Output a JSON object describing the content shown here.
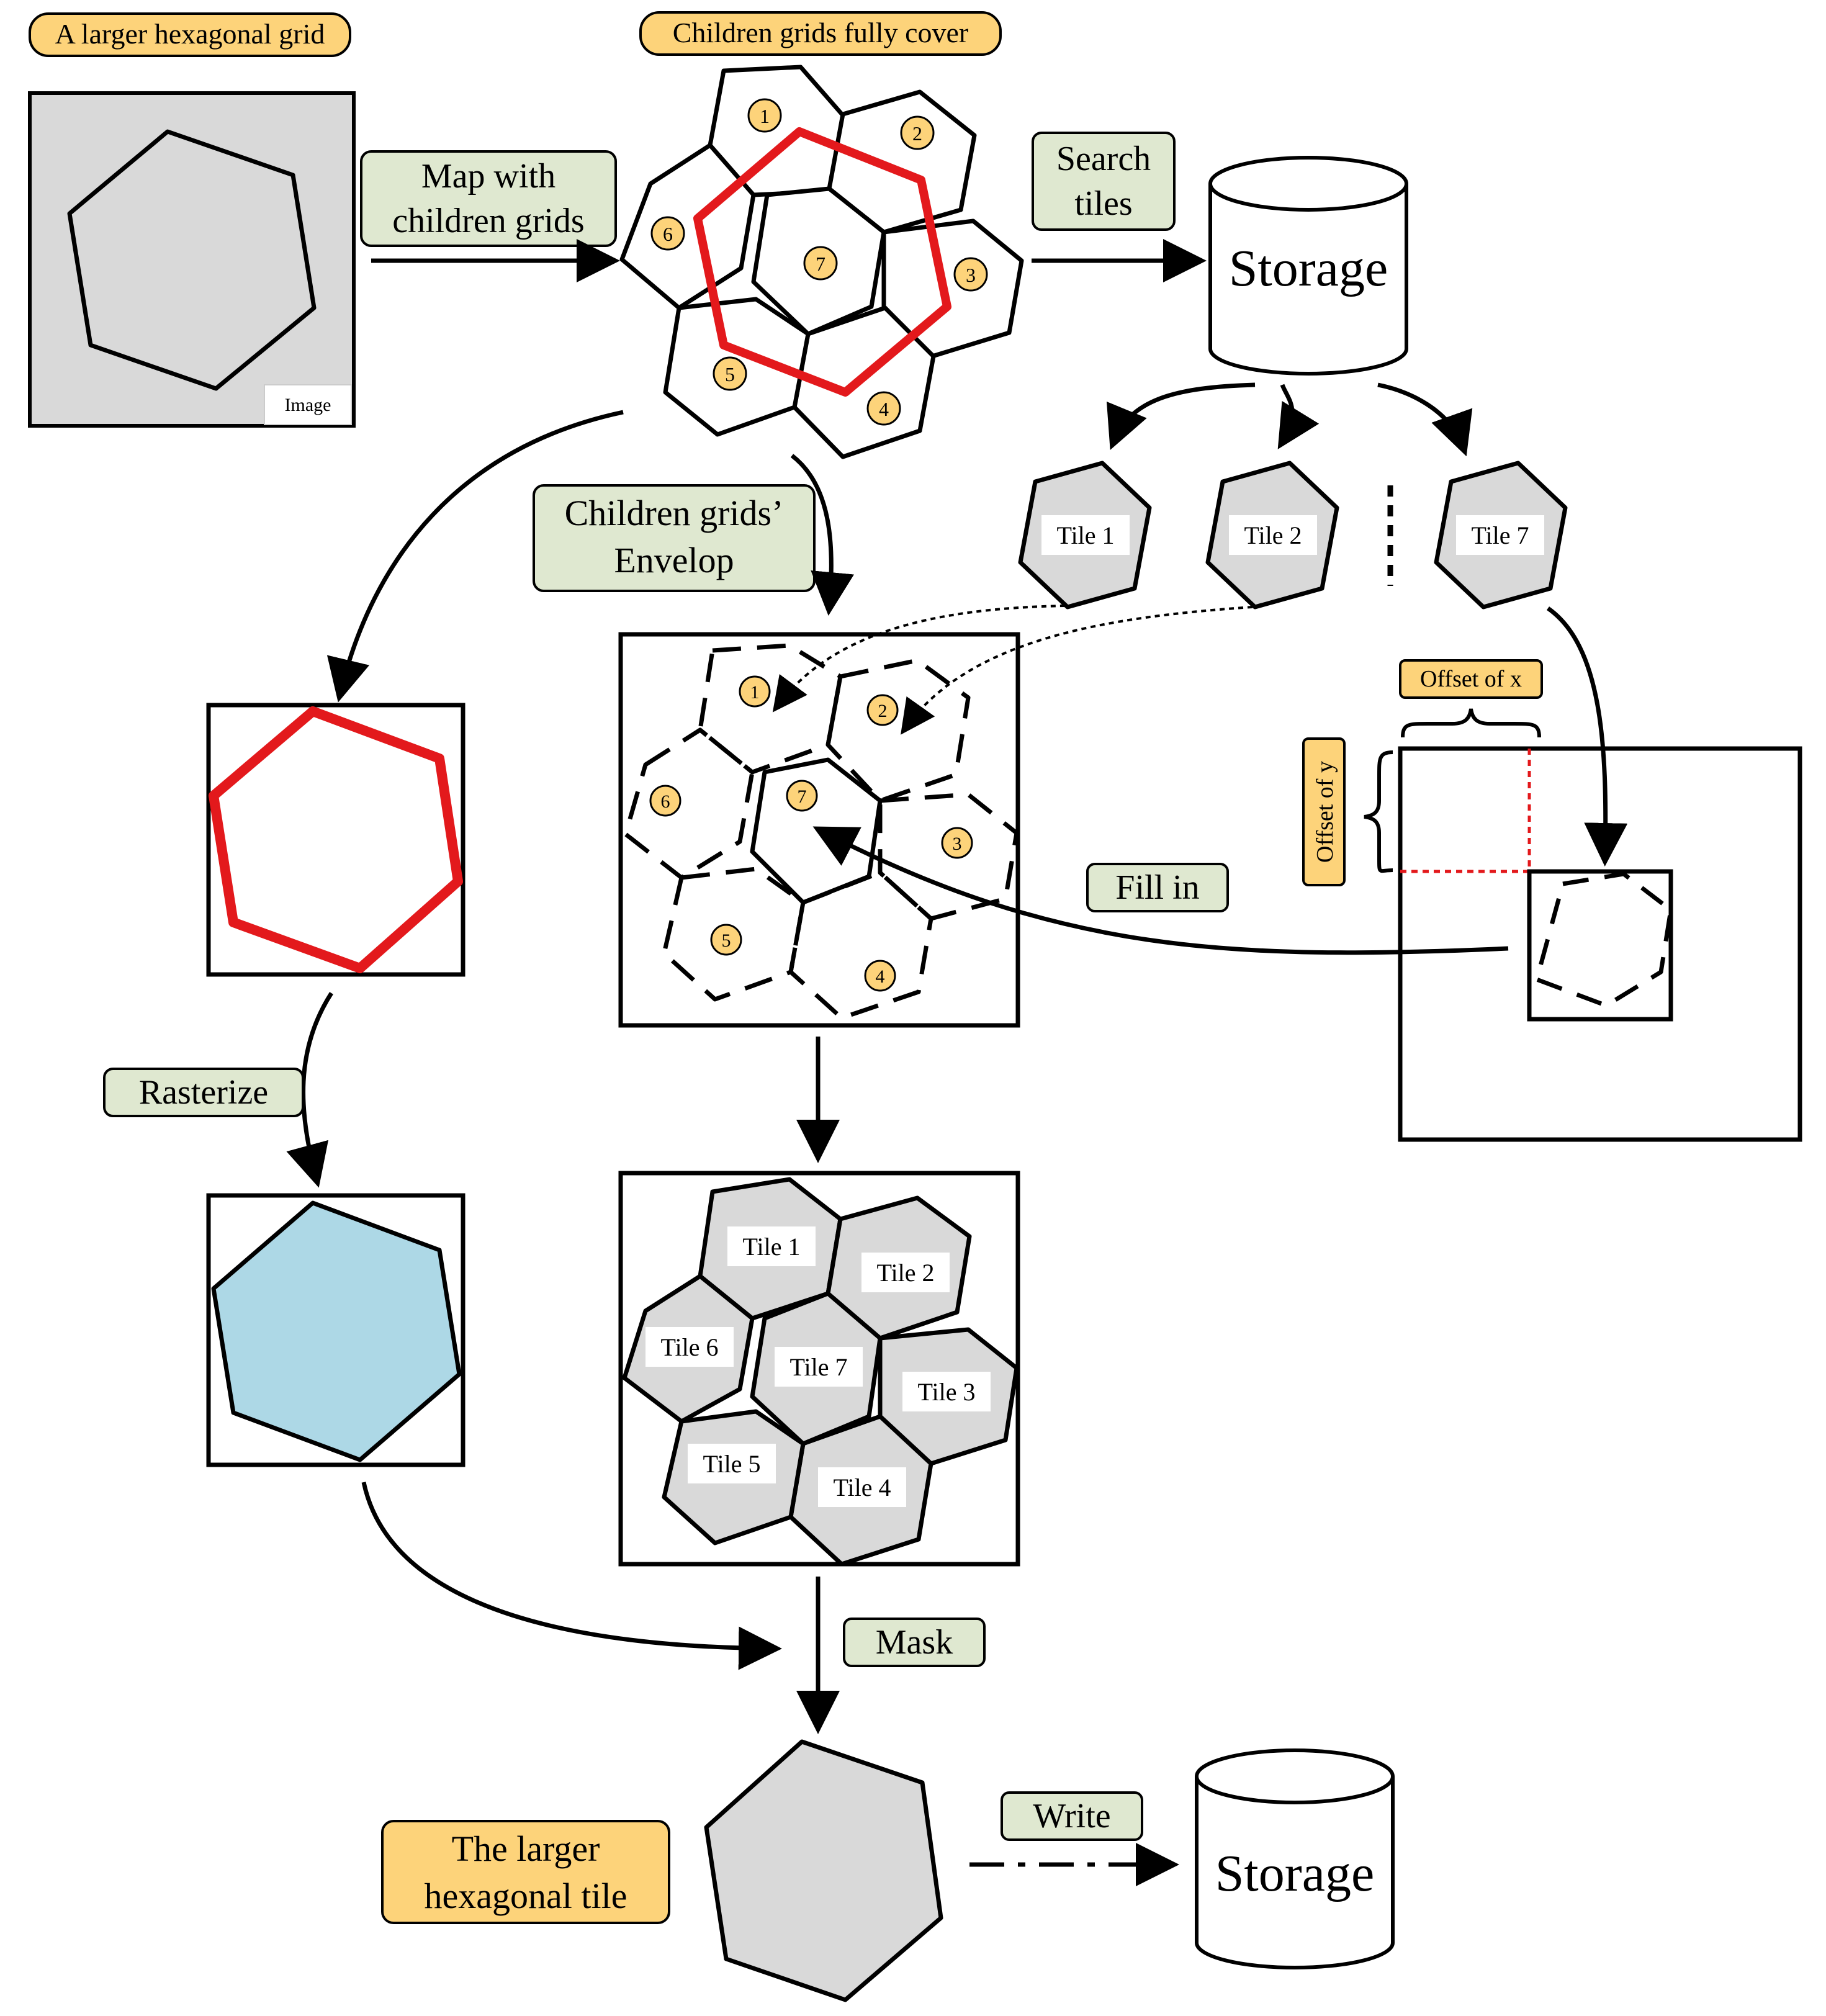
{
  "labels": {
    "larger_grid": "A larger hexagonal grid",
    "children_cover": "Children grids fully cover",
    "map_with_1": "Map with",
    "map_with_2": "children grids",
    "search_1": "Search",
    "search_2": "tiles",
    "storage": "Storage",
    "image": "Image",
    "envelop_1": "Children grids’",
    "envelop_2": "Envelop",
    "offset_x": "Offset of x",
    "offset_y": "Offset of y",
    "fill_in": "Fill in",
    "rasterize": "Rasterize",
    "mask": "Mask",
    "write": "Write",
    "larger_tile_1": "The larger",
    "larger_tile_2": "hexagonal tile",
    "storage_bottom": "Storage"
  },
  "numbers": [
    "1",
    "2",
    "3",
    "4",
    "5",
    "6",
    "7"
  ],
  "top_tiles": [
    "Tile 1",
    "Tile 2",
    "Tile 7"
  ],
  "mosaic_tiles": [
    "Tile 1",
    "Tile 2",
    "Tile 3",
    "Tile 4",
    "Tile 5",
    "Tile 6",
    "Tile 7"
  ],
  "colors": {
    "orange_label": "#fdd37a",
    "green_label": "#dfe8d0",
    "gray_fill": "#d9d9d9",
    "red_outline": "#e3191c",
    "raster_blue": "#add8e6"
  }
}
